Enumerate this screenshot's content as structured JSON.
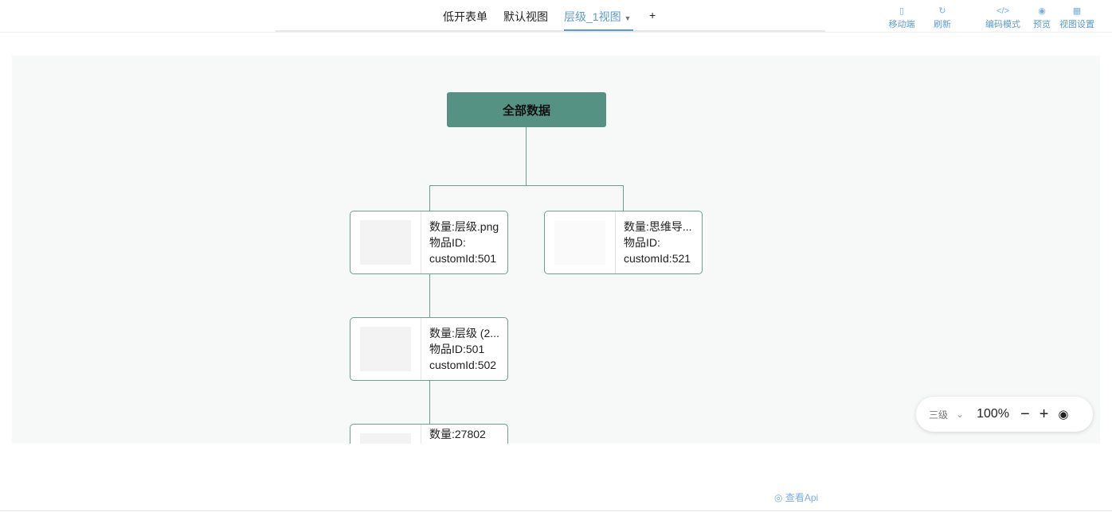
{
  "tabs": [
    {
      "label": "低开表单"
    },
    {
      "label": "默认视图"
    },
    {
      "label": "层级_1视图",
      "active": true
    },
    {
      "label": "+"
    }
  ],
  "toolbar": [
    {
      "label": "移动端",
      "icon": "mobile-icon"
    },
    {
      "label": "刷新",
      "icon": "refresh-icon"
    },
    {
      "label": "编码模式",
      "icon": "code-icon"
    },
    {
      "label": "预览",
      "icon": "preview-icon"
    },
    {
      "label": "视图设置",
      "icon": "grid-icon"
    }
  ],
  "tree": {
    "root": "全部数据",
    "nodes": [
      {
        "l1": "数量:层级.png",
        "l2": "物品ID:",
        "l3": "customId:501"
      },
      {
        "l1": "数量:思维导...",
        "l2": "物品ID:",
        "l3": "customId:521"
      },
      {
        "l1": "数量:层级 (2...",
        "l2": "物品ID:501",
        "l3": "customId:502"
      },
      {
        "l1": "数量:27802",
        "l2": "",
        "l3": ""
      }
    ]
  },
  "zoom_control": {
    "level": "三级",
    "percent": "100%"
  },
  "footer": {
    "api_link": "查看Api"
  },
  "colors": {
    "accent": "#5b9bd5",
    "node": "#559283"
  }
}
